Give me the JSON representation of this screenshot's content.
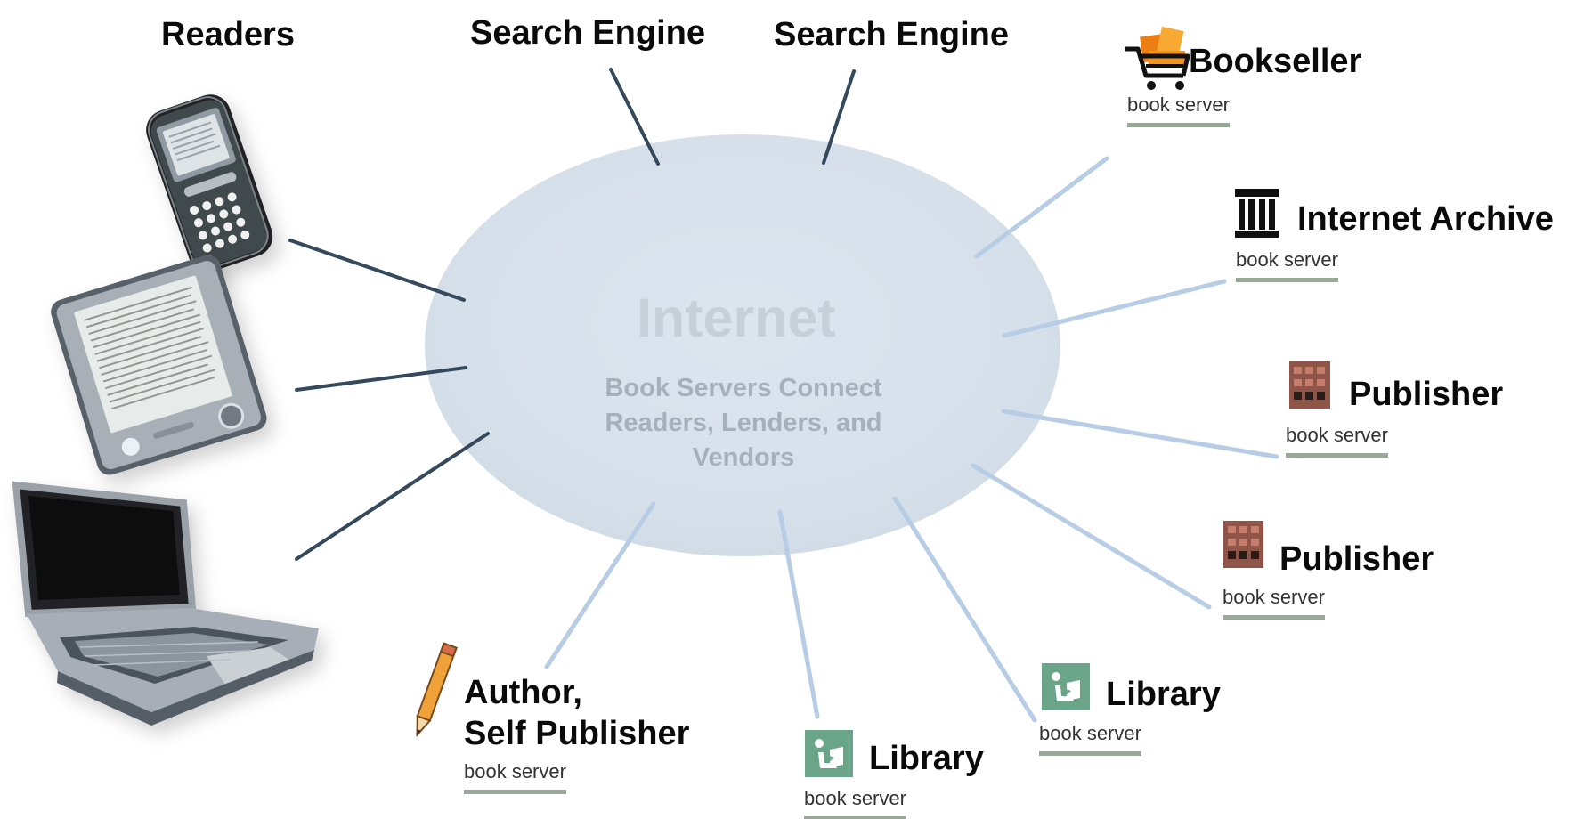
{
  "network": {
    "center_title": "Internet",
    "center_description": "Book Servers Connect Readers, Lenders, and Vendors"
  },
  "nodes": {
    "readers": {
      "label": "Readers"
    },
    "search_engine_left": {
      "label": "Search Engine"
    },
    "search_engine_right": {
      "label": "Search Engine"
    },
    "bookseller": {
      "label": "Bookseller",
      "server_label": "book server",
      "icon": "shopping-cart-books-icon"
    },
    "internet_archive": {
      "label": "Internet Archive",
      "server_label": "book server",
      "icon": "archive-building-icon"
    },
    "publisher_top": {
      "label": "Publisher",
      "server_label": "book server",
      "icon": "publisher-building-icon"
    },
    "publisher_bottom": {
      "label": "Publisher",
      "server_label": "book server",
      "icon": "publisher-building-icon"
    },
    "library_right": {
      "label": "Library",
      "server_label": "book server",
      "icon": "library-reader-icon"
    },
    "library_bottom": {
      "label": "Library",
      "server_label": "book server",
      "icon": "library-reader-icon"
    },
    "author": {
      "label_line1": "Author,",
      "label_line2": "Self Publisher",
      "server_label": "book server",
      "icon": "pencil-icon"
    }
  },
  "devices": [
    {
      "name": "phone",
      "icon": "smartphone-icon"
    },
    {
      "name": "ereader",
      "icon": "ebook-reader-icon"
    },
    {
      "name": "laptop",
      "icon": "laptop-icon"
    }
  ],
  "colors": {
    "cloud": "#d8e1ec",
    "dark_connector": "#34495c",
    "light_connector": "#b7cde5",
    "server_underline": "#98aa97",
    "library_icon": "#6aa489",
    "publisher_icon": "#8e5548",
    "bookseller_icon": "#f28c1b"
  }
}
